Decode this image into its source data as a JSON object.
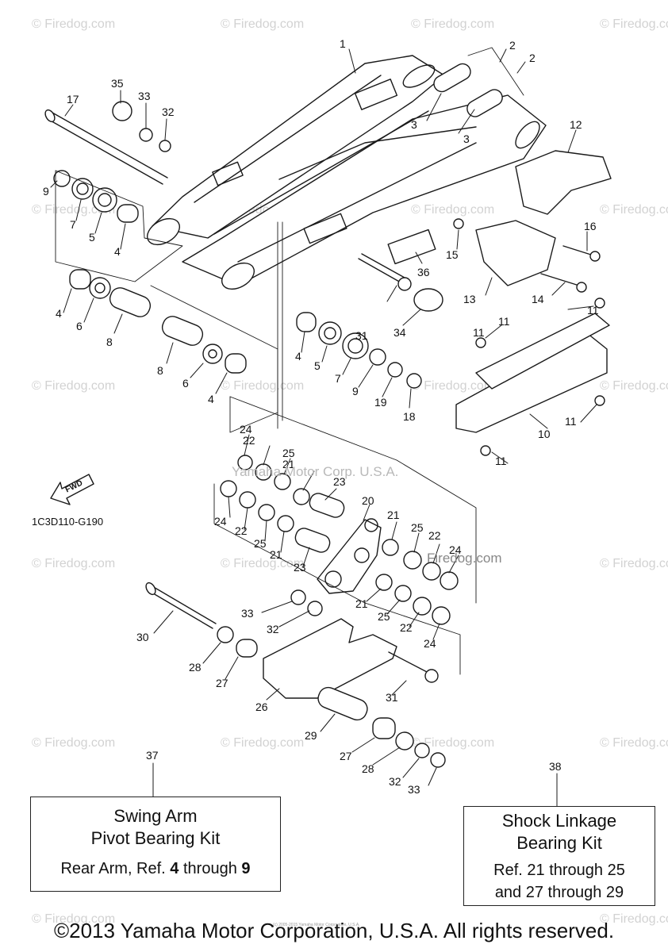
{
  "watermark": {
    "text": "© Firedog.com",
    "icon": "copyright-circle-icon"
  },
  "diagram": {
    "callouts": [
      "1",
      "2",
      "2",
      "3",
      "3",
      "4",
      "4",
      "4",
      "4",
      "5",
      "5",
      "6",
      "6",
      "7",
      "7",
      "8",
      "8",
      "9",
      "9",
      "10",
      "11",
      "11",
      "11",
      "11",
      "11",
      "12",
      "13",
      "14",
      "15",
      "16",
      "17",
      "18",
      "19",
      "20",
      "21",
      "21",
      "21",
      "21",
      "22",
      "22",
      "22",
      "22",
      "23",
      "23",
      "24",
      "24",
      "24",
      "24",
      "25",
      "25",
      "25",
      "25",
      "26",
      "27",
      "27",
      "28",
      "28",
      "29",
      "30",
      "31",
      "31",
      "32",
      "32",
      "32",
      "33",
      "33",
      "33",
      "34",
      "35",
      "36"
    ],
    "code": "1C3D110-G190",
    "fwd_label": "FWD",
    "yamaha_watermark": "Yamaha Motor Corp. U.S.A.",
    "firedog_com": "Firedog.com",
    "tiny_copyright": "(c) 2005-2015 Yamaha Motor Corporation, U.S.A."
  },
  "kit_swing_arm": {
    "ref": "37",
    "title_line1": "Swing Arm",
    "title_line2": "Pivot Bearing Kit",
    "detail_prefix": "Rear Arm, Ref. ",
    "detail_from": "4",
    "detail_mid": " through ",
    "detail_to": "9"
  },
  "kit_shock_linkage": {
    "ref": "38",
    "title_line1": "Shock Linkage",
    "title_line2": "Bearing Kit",
    "detail_line1": "Ref.  21 through 25",
    "detail_line2": "and 27 through 29"
  },
  "footer": "©2013 Yamaha Motor Corporation, U.S.A. All rights reserved.",
  "colors": {
    "ink": "#1a1a1a",
    "watermark": "#d2d2d2"
  }
}
